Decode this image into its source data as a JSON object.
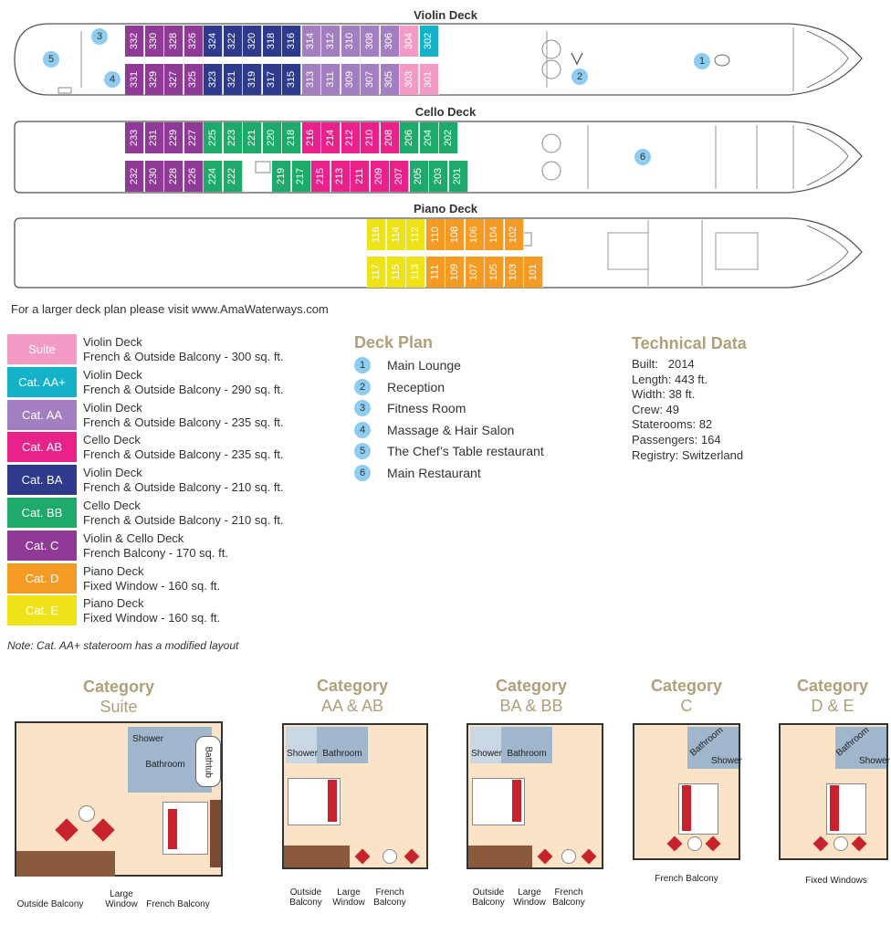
{
  "decks": {
    "violin": {
      "title": "Violin Deck",
      "top": [
        {
          "n": "332",
          "c": "#8e3a96"
        },
        {
          "n": "330",
          "c": "#8e3a96"
        },
        {
          "n": "328",
          "c": "#8e3a96"
        },
        {
          "n": "326",
          "c": "#8e3a96"
        },
        {
          "n": "324",
          "c": "#2e3a8c"
        },
        {
          "n": "322",
          "c": "#2e3a8c"
        },
        {
          "n": "320",
          "c": "#2e3a8c"
        },
        {
          "n": "318",
          "c": "#2e3a8c"
        },
        {
          "n": "316",
          "c": "#2e3a8c"
        },
        {
          "n": "314",
          "c": "#a37ec0"
        },
        {
          "n": "312",
          "c": "#a37ec0"
        },
        {
          "n": "310",
          "c": "#a37ec0"
        },
        {
          "n": "308",
          "c": "#a37ec0"
        },
        {
          "n": "306",
          "c": "#a37ec0"
        },
        {
          "n": "304",
          "c": "#f39ac5"
        },
        {
          "n": "302",
          "c": "#13b2c9"
        }
      ],
      "bottom": [
        {
          "n": "331",
          "c": "#8e3a96"
        },
        {
          "n": "329",
          "c": "#8e3a96"
        },
        {
          "n": "327",
          "c": "#8e3a96"
        },
        {
          "n": "325",
          "c": "#8e3a96"
        },
        {
          "n": "323",
          "c": "#2e3a8c"
        },
        {
          "n": "321",
          "c": "#2e3a8c"
        },
        {
          "n": "319",
          "c": "#2e3a8c"
        },
        {
          "n": "317",
          "c": "#2e3a8c"
        },
        {
          "n": "315",
          "c": "#2e3a8c"
        },
        {
          "n": "313",
          "c": "#a37ec0"
        },
        {
          "n": "311",
          "c": "#a37ec0"
        },
        {
          "n": "309",
          "c": "#a37ec0"
        },
        {
          "n": "307",
          "c": "#a37ec0"
        },
        {
          "n": "305",
          "c": "#a37ec0"
        },
        {
          "n": "303",
          "c": "#f39ac5"
        },
        {
          "n": "301",
          "c": "#f39ac5"
        }
      ],
      "markers": [
        "1",
        "2",
        "3",
        "4",
        "5"
      ]
    },
    "cello": {
      "title": "Cello Deck",
      "top": [
        {
          "n": "233",
          "c": "#8e3a96"
        },
        {
          "n": "231",
          "c": "#8e3a96"
        },
        {
          "n": "229",
          "c": "#8e3a96"
        },
        {
          "n": "227",
          "c": "#8e3a96"
        },
        {
          "n": "225",
          "c": "#1daa6a"
        },
        {
          "n": "223",
          "c": "#1daa6a"
        },
        {
          "n": "221",
          "c": "#1daa6a"
        },
        {
          "n": "220",
          "c": "#1daa6a"
        },
        {
          "n": "218",
          "c": "#1daa6a"
        },
        {
          "n": "216",
          "c": "#e8228a"
        },
        {
          "n": "214",
          "c": "#e8228a"
        },
        {
          "n": "212",
          "c": "#e8228a"
        },
        {
          "n": "210",
          "c": "#e8228a"
        },
        {
          "n": "208",
          "c": "#e8228a"
        },
        {
          "n": "206",
          "c": "#1daa6a"
        },
        {
          "n": "204",
          "c": "#1daa6a"
        },
        {
          "n": "202",
          "c": "#1daa6a"
        }
      ],
      "bottom_left": [
        {
          "n": "232",
          "c": "#8e3a96"
        },
        {
          "n": "230",
          "c": "#8e3a96"
        },
        {
          "n": "228",
          "c": "#8e3a96"
        },
        {
          "n": "226",
          "c": "#8e3a96"
        },
        {
          "n": "224",
          "c": "#1daa6a"
        },
        {
          "n": "222",
          "c": "#1daa6a"
        }
      ],
      "bottom_right": [
        {
          "n": "219",
          "c": "#1daa6a"
        },
        {
          "n": "217",
          "c": "#1daa6a"
        },
        {
          "n": "215",
          "c": "#e8228a"
        },
        {
          "n": "213",
          "c": "#e8228a"
        },
        {
          "n": "211",
          "c": "#e8228a"
        },
        {
          "n": "209",
          "c": "#e8228a"
        },
        {
          "n": "207",
          "c": "#e8228a"
        },
        {
          "n": "205",
          "c": "#1daa6a"
        },
        {
          "n": "203",
          "c": "#1daa6a"
        },
        {
          "n": "201",
          "c": "#1daa6a"
        }
      ],
      "markers": [
        "6"
      ]
    },
    "piano": {
      "title": "Piano Deck",
      "top": [
        {
          "n": "116",
          "c": "#ede318"
        },
        {
          "n": "114",
          "c": "#ede318"
        },
        {
          "n": "112",
          "c": "#ede318"
        },
        {
          "n": "110",
          "c": "#f59a22"
        },
        {
          "n": "108",
          "c": "#f59a22"
        },
        {
          "n": "106",
          "c": "#f59a22"
        },
        {
          "n": "104",
          "c": "#f59a22"
        },
        {
          "n": "102",
          "c": "#f59a22"
        }
      ],
      "bottom": [
        {
          "n": "117",
          "c": "#ede318"
        },
        {
          "n": "115",
          "c": "#ede318"
        },
        {
          "n": "113",
          "c": "#ede318"
        },
        {
          "n": "111",
          "c": "#f59a22"
        },
        {
          "n": "109",
          "c": "#f59a22"
        },
        {
          "n": "107",
          "c": "#f59a22"
        },
        {
          "n": "105",
          "c": "#f59a22"
        },
        {
          "n": "103",
          "c": "#f59a22"
        },
        {
          "n": "101",
          "c": "#f59a22"
        }
      ]
    }
  },
  "visit_text": "For a larger deck plan please visit www.AmaWaterways.com",
  "legend": [
    {
      "label": "Suite",
      "color": "#f39ac5",
      "deck": "Violin Deck",
      "desc": "French & Outside Balcony - 300 sq. ft."
    },
    {
      "label": "Cat. AA+",
      "color": "#13b2c9",
      "deck": "Violin Deck",
      "desc": "French & Outside Balcony - 290 sq. ft."
    },
    {
      "label": "Cat. AA",
      "color": "#a37ec0",
      "deck": "Violin Deck",
      "desc": "French & Outside Balcony - 235 sq. ft."
    },
    {
      "label": "Cat. AB",
      "color": "#e8228a",
      "deck": "Cello Deck",
      "desc": "French & Outside Balcony - 235 sq. ft."
    },
    {
      "label": "Cat. BA",
      "color": "#2e3a8c",
      "deck": "Violin Deck",
      "desc": "French & Outside Balcony - 210 sq. ft."
    },
    {
      "label": "Cat. BB",
      "color": "#1daa6a",
      "deck": "Cello Deck",
      "desc": "French & Outside Balcony - 210 sq. ft."
    },
    {
      "label": "Cat. C",
      "color": "#8e3a96",
      "deck": "Violin & Cello Deck",
      "desc": "French Balcony - 170 sq. ft."
    },
    {
      "label": "Cat. D",
      "color": "#f59a22",
      "deck": "Piano Deck",
      "desc": "Fixed Window - 160 sq. ft."
    },
    {
      "label": "Cat. E",
      "color": "#ede318",
      "deck": "Piano Deck",
      "desc": "Fixed Window - 160 sq. ft."
    }
  ],
  "note": "Note: Cat. AA+ stateroom has a modified layout",
  "deck_plan": {
    "title": "Deck Plan",
    "items": [
      {
        "n": "1",
        "label": "Main Lounge"
      },
      {
        "n": "2",
        "label": "Reception"
      },
      {
        "n": "3",
        "label": "Fitness Room"
      },
      {
        "n": "4",
        "label": "Massage & Hair Salon"
      },
      {
        "n": "5",
        "label": "The Chef’s Table restaurant"
      },
      {
        "n": "6",
        "label": "Main Restaurant"
      }
    ]
  },
  "technical": {
    "title": "Technical Data",
    "rows": [
      "Built:   2014",
      "Length: 443 ft.",
      "Width: 38 ft.",
      "Crew: 49",
      "Staterooms: 82",
      "Passengers: 164",
      "Registry: Switzerland"
    ]
  },
  "categories": [
    {
      "t1": "Category",
      "t2": "Suite",
      "labels": [
        "Outside Balcony",
        "Large Window",
        "French Balcony"
      ],
      "rooms": [
        "Shower",
        "Bathroom",
        "Bathtub"
      ]
    },
    {
      "t1": "Category",
      "t2": "AA & AB",
      "labels": [
        "Outside Balcony",
        "Large Window",
        "French Balcony"
      ],
      "rooms": [
        "Shower",
        "Bathroom"
      ]
    },
    {
      "t1": "Category",
      "t2": "BA & BB",
      "labels": [
        "Outside Balcony",
        "Large Window",
        "French Balcony"
      ],
      "rooms": [
        "Shower",
        "Bathroom"
      ]
    },
    {
      "t1": "Category",
      "t2": "C",
      "labels": [
        "French Balcony"
      ],
      "rooms": [
        "Bathroom",
        "Shower"
      ]
    },
    {
      "t1": "Category",
      "t2": "D & E",
      "labels": [
        "Fixed Windows"
      ],
      "rooms": [
        "Bathroom",
        "Shower"
      ]
    }
  ],
  "colors": {
    "accent": "#b0a07a",
    "marker": "#8ecdf0",
    "room_floor": "#fbe3c8",
    "bed": "#c8232c",
    "bath_tile": "#9fb6cc"
  }
}
